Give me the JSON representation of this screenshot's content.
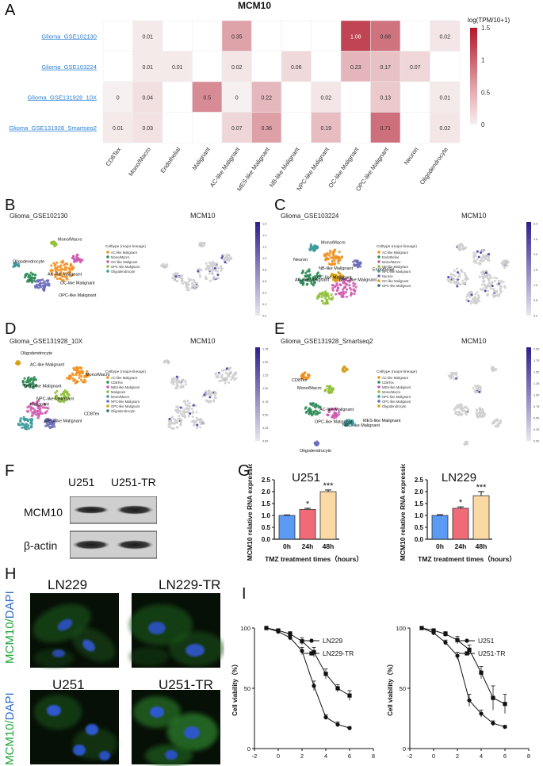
{
  "panel_letters": {
    "a": "A",
    "b": "B",
    "c": "C",
    "d": "D",
    "e": "E",
    "f": "F",
    "g": "G",
    "h": "H",
    "i": "I"
  },
  "heatmap": {
    "title": "MCM10",
    "colorbar_title": "log(TPM/10+1)",
    "colorbar_ticks": [
      "1.5",
      "1",
      "0.5",
      "0"
    ],
    "rows": [
      "Glioma_GSE102130",
      "Glioma_GSE103224",
      "Glioma_GSE131928_10X",
      "Glioma_GSE131928_Smartseq2"
    ],
    "cols": [
      "CD8Tex",
      "Mono/Macro",
      "Endothelial",
      "Malignant",
      "AC-like Malignant",
      "MES-like Malignant",
      "NB-like Malignant",
      "NPC-like Malignant",
      "OC-like Malignant",
      "OPC-like Malignant",
      "Neuron",
      "Oligodendrocyte"
    ],
    "cells": [
      [
        "",
        "0.01",
        "",
        "",
        "0.35",
        "",
        "",
        "",
        "1.08",
        "0.68",
        "",
        "0.02"
      ],
      [
        "",
        "0.01",
        "0.01",
        "",
        "0.02",
        "",
        "0.06",
        "",
        "0.23",
        "0.17",
        "0.07",
        ""
      ],
      [
        "0",
        "0.04",
        "",
        "0.5",
        "0",
        "0.22",
        "",
        "0.02",
        "",
        "0.13",
        "",
        "0.01"
      ],
      [
        "0.01",
        "0.03",
        "",
        "",
        "0.07",
        "0.36",
        "",
        "0.19",
        "",
        "0.71",
        "",
        "0.02"
      ]
    ]
  },
  "umap_panels": [
    {
      "dataset": "Glioma_GSE102130",
      "gene": "MCM10",
      "legend_title": "Celltype (major-lineage)",
      "legend": [
        "AC-like Malignant",
        "Mono/Macro",
        "OC-like Malignant",
        "OPC-like Malignant",
        "Oligodendrocyte"
      ],
      "labels": [
        "Mono/Macro",
        "Oligodendrocyte",
        "AC-like Malignant",
        "OC-like Malignant",
        "OPC-like Malignant"
      ],
      "ticks": [
        "1.6",
        "1.4",
        "1.2",
        "1.0",
        "0.8",
        "0.6",
        "0.4",
        "0.2",
        "0.0"
      ]
    },
    {
      "dataset": "Glioma_GSE103224",
      "gene": "MCM10",
      "legend_title": "Celltype (major-lineage)",
      "legend": [
        "AC-like Malignant",
        "Endothelial",
        "Mono/Macro",
        "NB-like Malignant",
        "NPC-like Malignant",
        "Neuron",
        "OC-like Malignant",
        "OPC-like Malignant"
      ],
      "labels": [
        "Mono/Macro",
        "Neuron",
        "NB-like Malignant",
        "Endothelial",
        "AC-like Malignant",
        "OC-like Malignant",
        "NPC-like Malignant"
      ],
      "ticks": [
        "3.0",
        "2.5",
        "2.0",
        "1.5",
        "1.0",
        "0.5",
        "0.0"
      ]
    },
    {
      "dataset": "Glioma_GSE131928_10X",
      "gene": "MCM10",
      "legend_title": "Celltype (major-lineage)",
      "legend": [
        "AC-like Malignant",
        "CD8Tex",
        "MES-like Malignant",
        "Malignant",
        "Mono/Macro",
        "NPC-like Malignant",
        "OPC-like Malignant",
        "Oligodendrocyte"
      ],
      "labels": [
        "Oligodendrocyte",
        "AC-like Malignant",
        "Mono/Macro",
        "OPC-like Malignant",
        "NPC-like Malignant",
        "Malignant",
        "CD8Tex",
        "MES-like Malignant"
      ],
      "ticks": [
        "1.75",
        "1.50",
        "1.25",
        "1.00",
        "0.75",
        "0.50",
        "0.25",
        "0.00"
      ]
    },
    {
      "dataset": "Glioma_GSE131928_Smartseq2",
      "gene": "MCM10",
      "legend_title": "Celltype (major-lineage)",
      "legend": [
        "AC-like Malignant",
        "CD8Tex",
        "MES-like Malignant",
        "Mono/Macro",
        "NPC-like Malignant",
        "OPC-like Malignant",
        "Oligodendrocyte"
      ],
      "labels": [
        "CD8Tex",
        "Mono/Macro",
        "AC-like Malignant",
        "OPC-like Malignant",
        "MES-like Malignant",
        "NPC-like Malignant",
        "Oligodendrocyte"
      ],
      "ticks": [
        "2.00",
        "1.75",
        "1.50",
        "1.25",
        "1.00",
        "0.75",
        "0.50",
        "0.25",
        "0.00"
      ]
    }
  ],
  "western": {
    "lane1": "U251",
    "lane2": "U251-TR",
    "band1": "MCM10",
    "band2": "β-actin"
  },
  "chart_data": [
    {
      "type": "bar",
      "title": "U251",
      "categories": [
        "0h",
        "24h",
        "48h"
      ],
      "values": [
        1.0,
        1.25,
        2.0
      ],
      "errors": [
        0.02,
        0.05,
        0.07
      ],
      "significance": [
        "",
        "*",
        "***"
      ],
      "colors": [
        "#5B9BF5",
        "#F06A78",
        "#FAD9A4"
      ],
      "ylabel": "MCM10  relative RNA expression",
      "xlabel": "TMZ treatment times（hours）",
      "ylim": [
        0,
        2.5
      ],
      "yticks": [
        "0.0",
        "0.5",
        "1.0",
        "1.5",
        "2.0",
        "2.5"
      ]
    },
    {
      "type": "bar",
      "title": "LN229",
      "categories": [
        "0h",
        "24h",
        "48h"
      ],
      "values": [
        1.0,
        1.3,
        1.83
      ],
      "errors": [
        0.03,
        0.06,
        0.17
      ],
      "significance": [
        "",
        "*",
        "***"
      ],
      "colors": [
        "#5B9BF5",
        "#F06A78",
        "#FAD9A4"
      ],
      "ylabel": "MCM10  relative RNA expression",
      "xlabel": "TMZ treatment times（hours）",
      "ylim": [
        0,
        2.5
      ],
      "yticks": [
        "0.0",
        "0.5",
        "1.0",
        "1.5",
        "2.0",
        "2.5"
      ]
    },
    {
      "type": "line",
      "ylabel": "Cell viability（%）",
      "xlim": [
        -2,
        8
      ],
      "ylim": [
        0,
        100
      ],
      "xticks": [
        "-2",
        "0",
        "2",
        "4",
        "6",
        "8"
      ],
      "yticks": [
        "0",
        "50",
        "100"
      ],
      "x": [
        -1,
        0,
        1,
        2,
        3,
        4,
        5,
        6
      ],
      "series": [
        {
          "name": "LN229",
          "marker": "circle",
          "values": [
            100,
            97,
            92,
            81,
            52,
            26,
            20,
            17
          ],
          "errors": [
            0,
            1,
            2,
            3,
            4,
            2,
            2,
            1
          ]
        },
        {
          "name": "LN229-TR",
          "marker": "square",
          "values": [
            100,
            98,
            95,
            89,
            80,
            62,
            50,
            44
          ],
          "errors": [
            0,
            1,
            2,
            3,
            4,
            4,
            3,
            4
          ]
        }
      ]
    },
    {
      "type": "line",
      "ylabel": "Cell viability（%）",
      "xlim": [
        -2,
        8
      ],
      "ylim": [
        0,
        100
      ],
      "xticks": [
        "-2",
        "0",
        "2",
        "4",
        "6",
        "8"
      ],
      "yticks": [
        "0",
        "50",
        "100"
      ],
      "x": [
        -1,
        0,
        1,
        2,
        3,
        4,
        5,
        6
      ],
      "series": [
        {
          "name": "U251",
          "marker": "circle",
          "values": [
            100,
            96,
            88,
            77,
            40,
            29,
            21,
            18
          ],
          "errors": [
            0,
            1,
            2,
            3,
            5,
            3,
            2,
            1
          ]
        },
        {
          "name": "U251-TR",
          "marker": "square",
          "values": [
            100,
            98,
            95,
            90,
            82,
            63,
            42,
            37
          ],
          "errors": [
            0,
            1,
            2,
            3,
            4,
            5,
            10,
            8
          ]
        }
      ]
    }
  ],
  "fluor": {
    "side_a": "MCM10/",
    "side_b": "DAPI",
    "side_c": "MCM10/",
    "side_d": "DAPI",
    "labels": [
      "LN229",
      "LN229-TR",
      "U251",
      "U251-TR"
    ]
  }
}
